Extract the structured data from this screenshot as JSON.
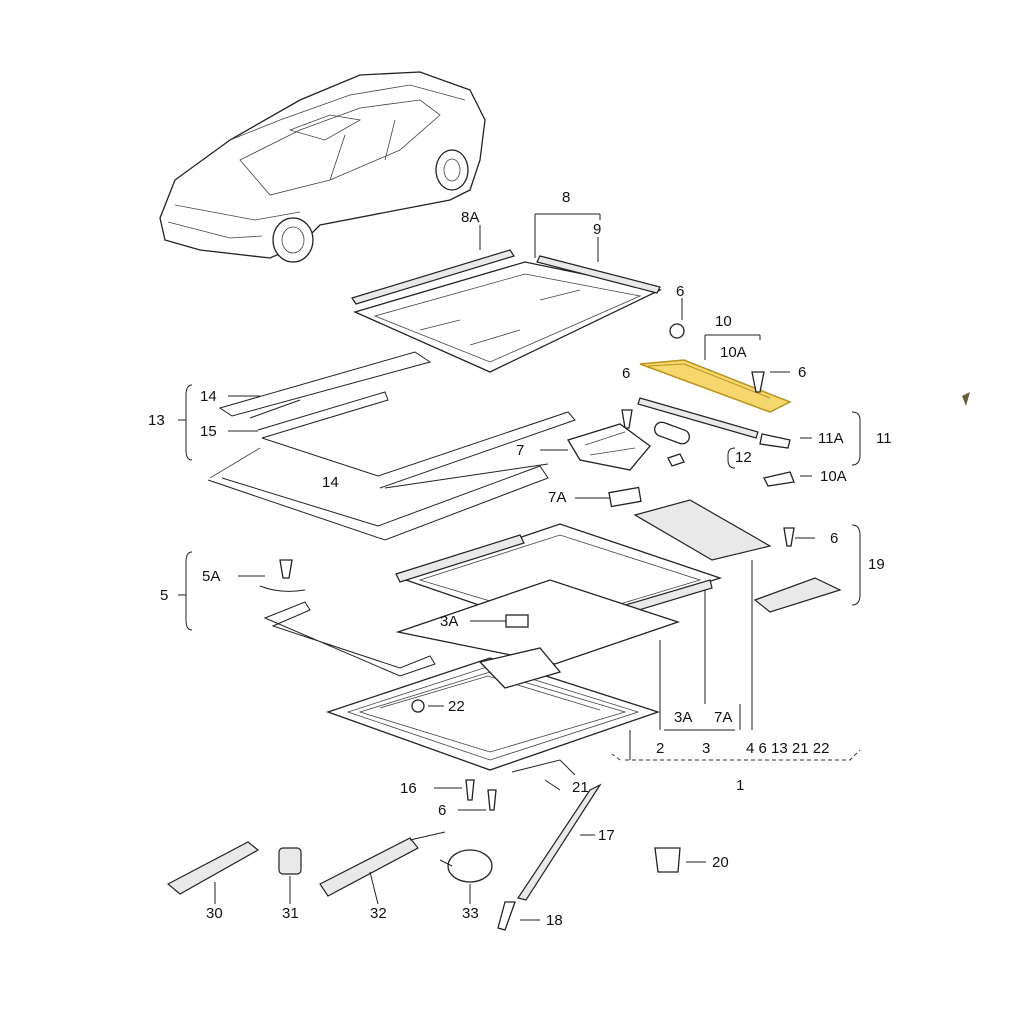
{
  "labels": {
    "l8A": "8A",
    "l8": "8",
    "l9": "9",
    "l6a": "6",
    "l10": "10",
    "l10A_top": "10A",
    "l6b": "6",
    "l6c": "6",
    "l6d": "6",
    "l6e": "6",
    "l13": "13",
    "l14a": "14",
    "l15": "15",
    "l14b": "14",
    "l7": "7",
    "l7A": "7A",
    "l11A": "11A",
    "l11": "11",
    "l12": "12",
    "l10A_bot": "10A",
    "l19": "19",
    "l5": "5",
    "l5A": "5A",
    "l3A": "3A",
    "l22": "22",
    "l3A_b": "3A",
    "l7A_b": "7A",
    "l2": "2",
    "l3": "3",
    "l4_group": "4 6 13 21 22",
    "l1": "1",
    "l16": "16",
    "l21": "21",
    "l17": "17",
    "l20": "20",
    "l30": "30",
    "l31": "31",
    "l32": "32",
    "l33": "33",
    "l18": "18"
  },
  "colors": {
    "highlight": "#f5d76e",
    "highlight_stroke": "#b8941f",
    "line": "#222222"
  }
}
